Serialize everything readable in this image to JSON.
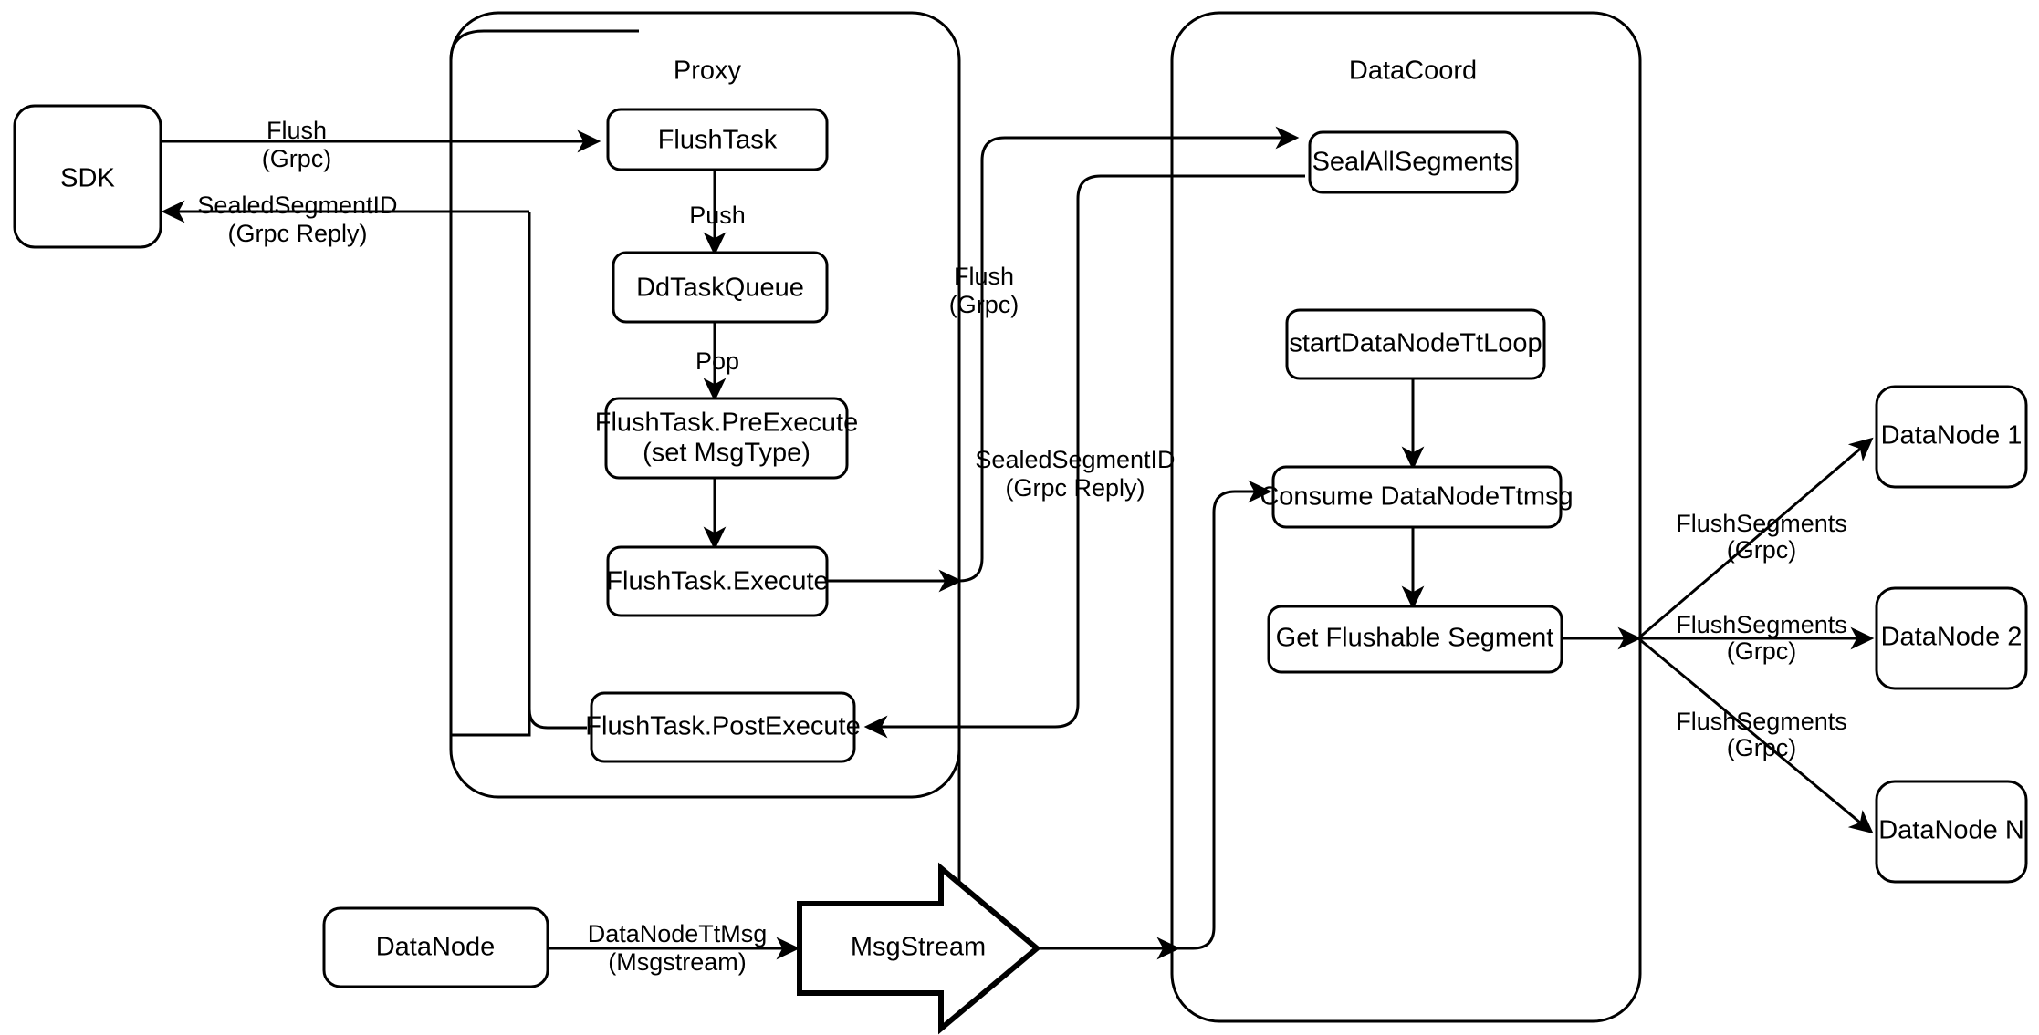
{
  "diagram": {
    "title": "Milvus Flush Sequence Architecture",
    "background_color": "#ffffff",
    "stroke_color": "#000000",
    "containers": [
      {
        "id": "proxy",
        "label": "Proxy"
      },
      {
        "id": "datacoord",
        "label": "DataCoord"
      }
    ],
    "nodes": [
      {
        "id": "sdk",
        "label": "SDK"
      },
      {
        "id": "flushtask",
        "label": "FlushTask"
      },
      {
        "id": "ddtaskqueue",
        "label": "DdTaskQueue"
      },
      {
        "id": "preexecute_line1",
        "label": "FlushTask.PreExecute"
      },
      {
        "id": "preexecute_line2",
        "label": "(set MsgType)"
      },
      {
        "id": "execute",
        "label": "FlushTask.Execute"
      },
      {
        "id": "postexecute",
        "label": "FlushTask.PostExecute"
      },
      {
        "id": "sealallsegments",
        "label": "SealAllSegments"
      },
      {
        "id": "startdatanodettloop",
        "label": "startDataNodeTtLoop"
      },
      {
        "id": "consumedatanodettmsg",
        "label": "Consume DataNodeTtmsg"
      },
      {
        "id": "getflushablesegment",
        "label": "Get Flushable Segment"
      },
      {
        "id": "datanode1",
        "label": "DataNode 1"
      },
      {
        "id": "datanode2",
        "label": "DataNode 2"
      },
      {
        "id": "datanodeN",
        "label": "DataNode N"
      },
      {
        "id": "datanode_bottom",
        "label": "DataNode"
      },
      {
        "id": "msgstream",
        "label": "MsgStream"
      }
    ],
    "edge_labels": [
      {
        "id": "sdk_to_proxy",
        "line1": "Flush",
        "line2": "(Grpc)"
      },
      {
        "id": "proxy_to_sdk",
        "line1": "SealedSegmentID",
        "line2": "(Grpc Reply)"
      },
      {
        "id": "proxy_to_datacoord",
        "line1": "Flush",
        "line2": "(Grpc)"
      },
      {
        "id": "datacoord_to_proxy",
        "line1": "SealedSegmentID",
        "line2": "(Grpc Reply)"
      },
      {
        "id": "push",
        "line1": "Push",
        "line2": ""
      },
      {
        "id": "pop",
        "line1": "Pop",
        "line2": ""
      },
      {
        "id": "datanode_tt",
        "line1": "DataNodeTtMsg",
        "line2": "(Msgstream)"
      },
      {
        "id": "flushseg1",
        "line1": "FlushSegments",
        "line2": "(Grpc)"
      },
      {
        "id": "flushseg2",
        "line1": "FlushSegments",
        "line2": "(Grpc)"
      },
      {
        "id": "flushsegN",
        "line1": "FlushSegments",
        "line2": "(Grpc)"
      }
    ]
  }
}
